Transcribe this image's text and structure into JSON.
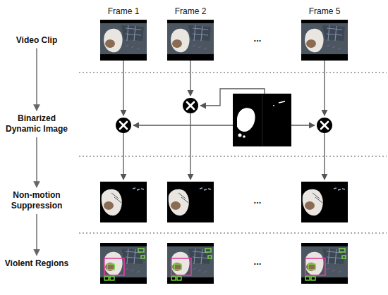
{
  "diagram": {
    "nodes": [
      {
        "text": [
          "Video Clip"
        ]
      },
      {
        "text": [
          "Binarized Dynamic Image"
        ]
      },
      {
        "text": [
          "Non-motion Suppression"
        ]
      },
      {
        "text": [
          "Violent Regions"
        ]
      }
    ],
    "edges": [
      {
        "from": 0,
        "to": 1,
        "arrow": "to"
      },
      {
        "from": 1,
        "to": 2,
        "arrow": "to"
      },
      {
        "from": 2,
        "to": 3,
        "arrow": "to"
      }
    ],
    "labels": [
      "Frame 1",
      "Frame 2",
      "Frame 5",
      "...",
      "...",
      "..."
    ]
  }
}
